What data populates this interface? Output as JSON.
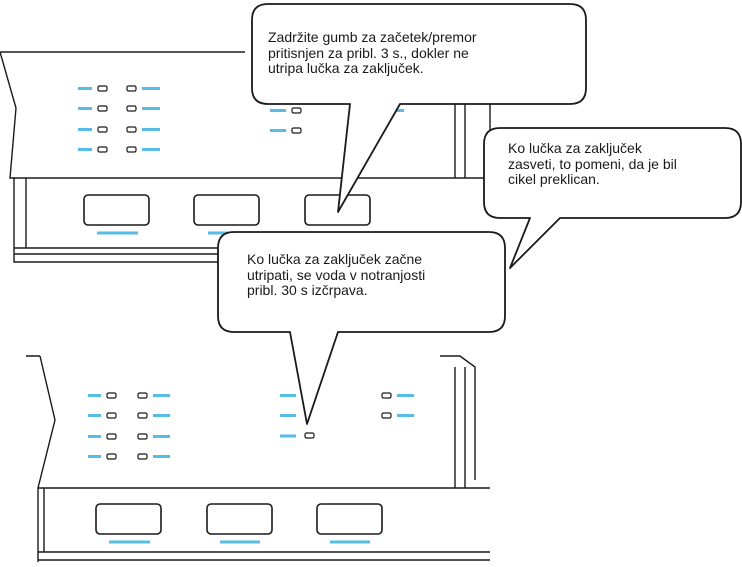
{
  "colors": {
    "indicator": "#58bde6",
    "outline": "#1a1a1a",
    "background": "#ffffff"
  },
  "callouts": {
    "hold_button": "Zadržite gumb za začetek/premor\npritisnjen za pribl. 3 s., dokler ne\nutripa lučka za zaključek.",
    "cancelled": "Ko lučka za zaključek\nzasveti, to pomeni, da je bil\ncikel preklican.",
    "draining": "Ko lučka za zaključek začne\nutripati, se voda v notranjosti\npribl. 30 s izčrpava."
  }
}
